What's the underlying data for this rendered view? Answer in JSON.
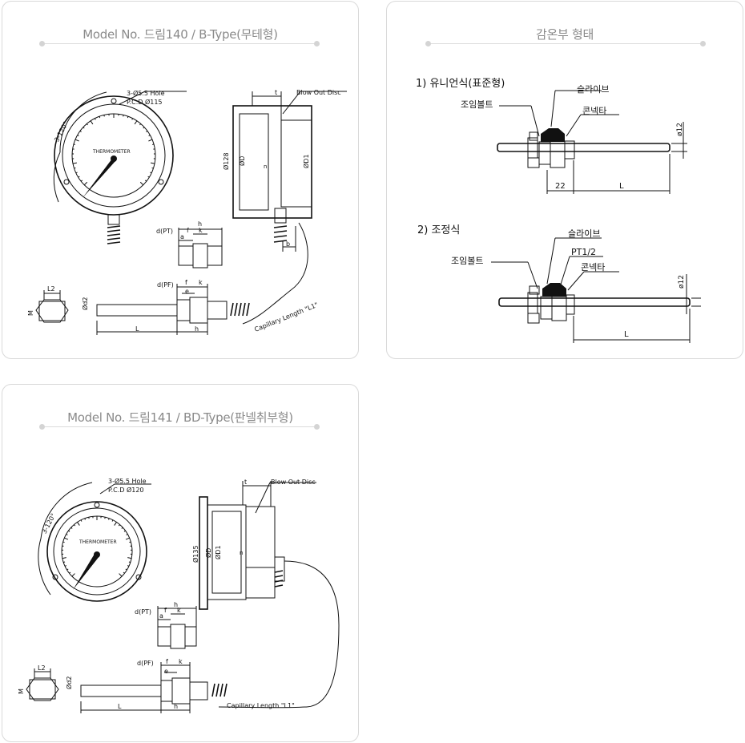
{
  "panels": {
    "p1": {
      "title": "Model No. 드림140 / B-Type(무테형)",
      "labels": {
        "hole": "3-Ø5.5 Hole",
        "pcd": "P.C.D Ø115",
        "angle": "3-120°",
        "thermo": "THERMOMETER",
        "blow": "Blow Out Disc",
        "t": "t",
        "d128": "Ø128",
        "d0": "ØD",
        "d1": "ØD1",
        "n": "n",
        "b": "b",
        "dpt": "d(PT)",
        "h1": "h",
        "f1": "f",
        "k1": "k",
        "a1": "a",
        "dpf": "d(PF)",
        "f2": "f",
        "k2": "k",
        "e2": "e",
        "h2": "h",
        "od2": "Ød2",
        "l2": "L2",
        "m": "M",
        "L": "L",
        "cap": "Capillary Length \"L1\""
      }
    },
    "p2": {
      "title": "감온부 형태",
      "s1": "1) 유니언식(표준형)",
      "s2": "2) 조정식",
      "labels": {
        "sleeve1": "슬라이브",
        "bolt1": "조임볼트",
        "conn1": "콘넥타",
        "d12a": "ø12",
        "n22": "22",
        "L1": "L",
        "sleeve2": "슬라이브",
        "pt": "PT1/2",
        "bolt2": "조임볼트",
        "conn2": "콘넥타",
        "d12b": "ø12",
        "L2": "L"
      }
    },
    "p3": {
      "title": "Model No. 드림141 / BD-Type(판넬취부형)",
      "labels": {
        "hole": "3-Ø5.5 Hole",
        "pcd": "P.C.D Ø120",
        "angle": "3-120°",
        "thermo": "THERMOMETER",
        "blow": "Blow Out Disc",
        "t": "t",
        "d135": "Ø135",
        "d0": "ØD",
        "d1": "ØD1",
        "n": "n",
        "dpt": "d(PT)",
        "h1": "h",
        "f1": "f",
        "k1": "k",
        "a1": "a",
        "dpf": "d(PF)",
        "f2": "f",
        "k2": "k",
        "e2": "e",
        "h2": "h",
        "od2": "Ød2",
        "l2": "L2",
        "m": "M",
        "L": "L",
        "cap": "Capillary Length \"L1\""
      }
    }
  }
}
